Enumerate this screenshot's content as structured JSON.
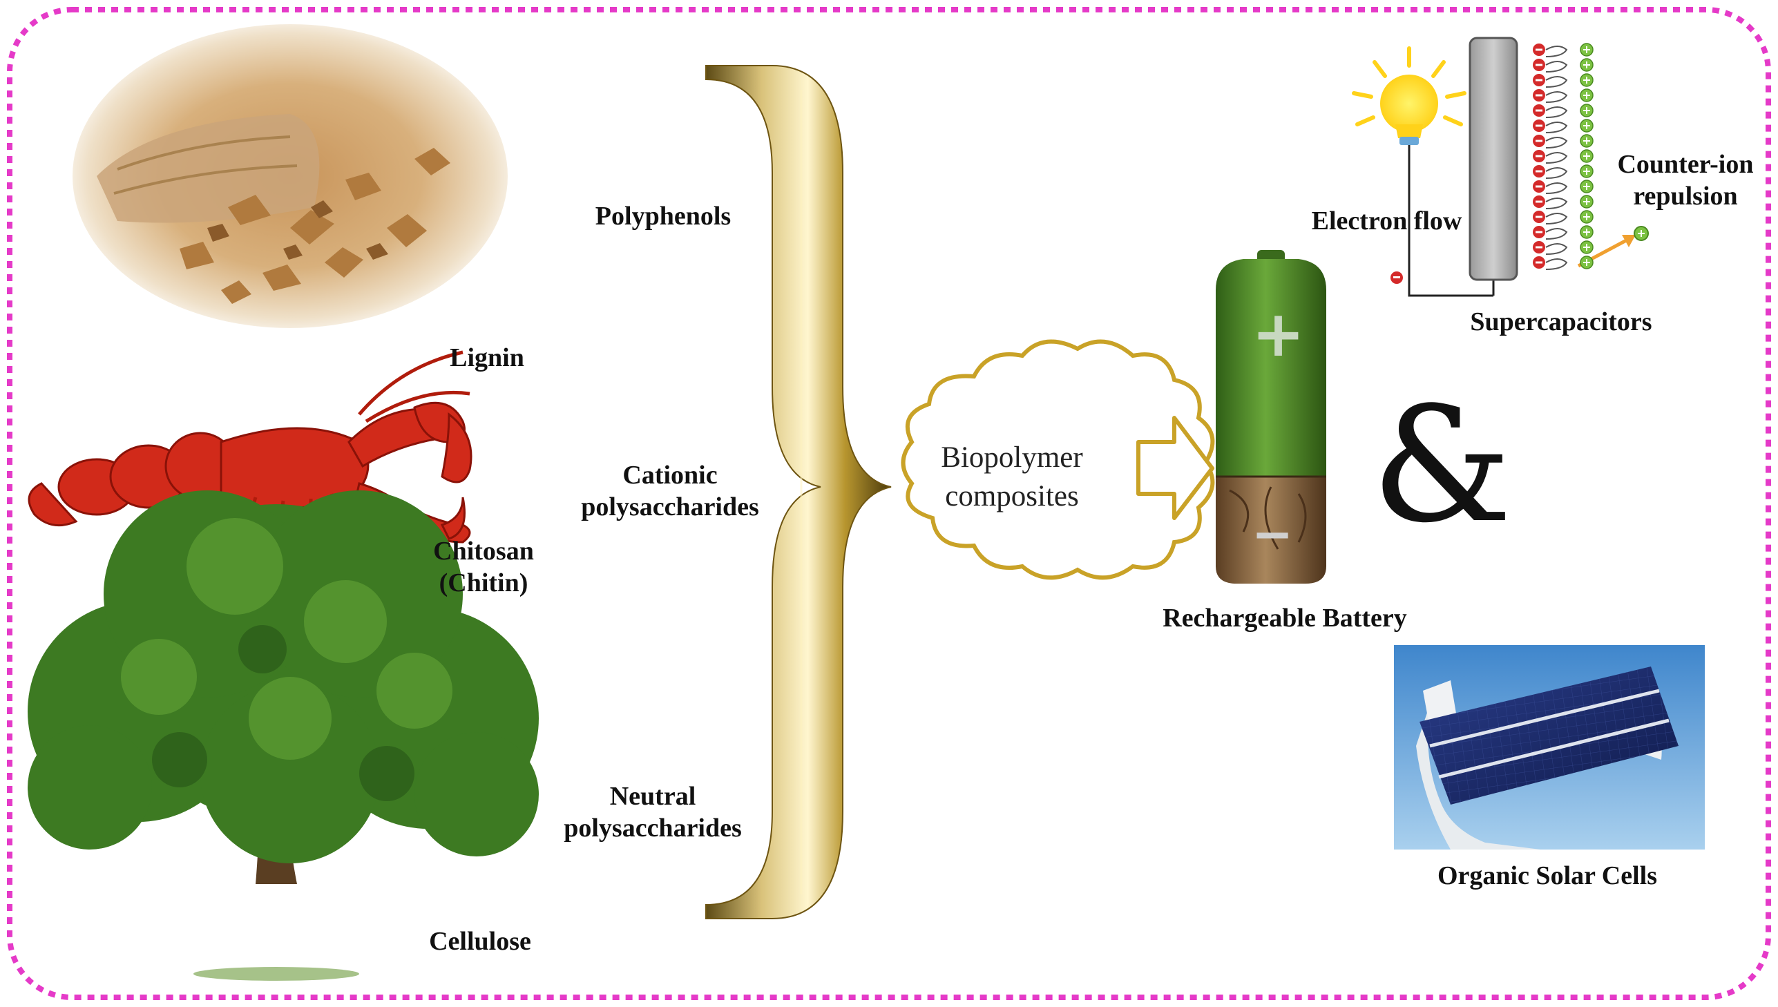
{
  "sources": {
    "lignin": "Lignin",
    "chitosan_line1": "Chitosan",
    "chitosan_line2": "(Chitin)",
    "cellulose": "Cellulose"
  },
  "classes": {
    "polyphenols": "Polyphenols",
    "cationic_line1": "Cationic",
    "cationic_line2": "polysaccharides",
    "neutral_line1": "Neutral",
    "neutral_line2": "polysaccharides"
  },
  "center": {
    "line1": "Biopolymer",
    "line2": "composites"
  },
  "battery": {
    "label": "Rechargeable Battery",
    "plus_symbol": "+",
    "minus_symbol": "−"
  },
  "connector": "&",
  "supercapacitor": {
    "label": "Supercapacitors",
    "electron_flow": "Electron flow",
    "counter_ion_line1": "Counter-ion",
    "counter_ion_line2": "repulsion"
  },
  "solar": {
    "label": "Organic Solar Cells"
  },
  "colors": {
    "border": "#e53ac8",
    "brace_gold": "#a8892a",
    "cloud_outline": "#c9a227",
    "battery_green": "#4f8a2a",
    "battery_wood": "#8a6a45",
    "anion_red": "#d42a2a",
    "cation_green": "#7cc242"
  }
}
